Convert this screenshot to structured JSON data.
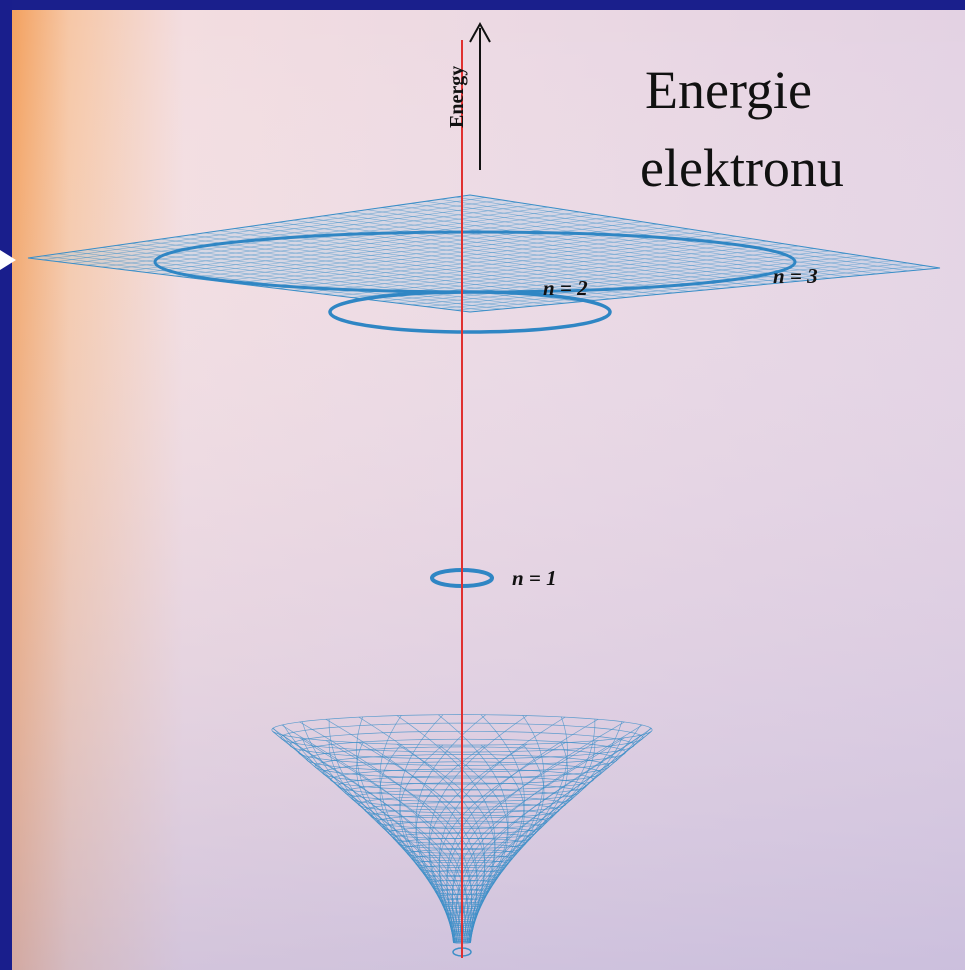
{
  "title": {
    "line1": "Energie",
    "line2": "elektronu"
  },
  "diagram": {
    "axis_label": "Energy",
    "levels": [
      "n = 1",
      "n = 2",
      "n = 3"
    ]
  },
  "colors": {
    "slide_frame": "#1a1f8c",
    "mesh": "#3c8fc8",
    "axis_line": "#e03030"
  }
}
